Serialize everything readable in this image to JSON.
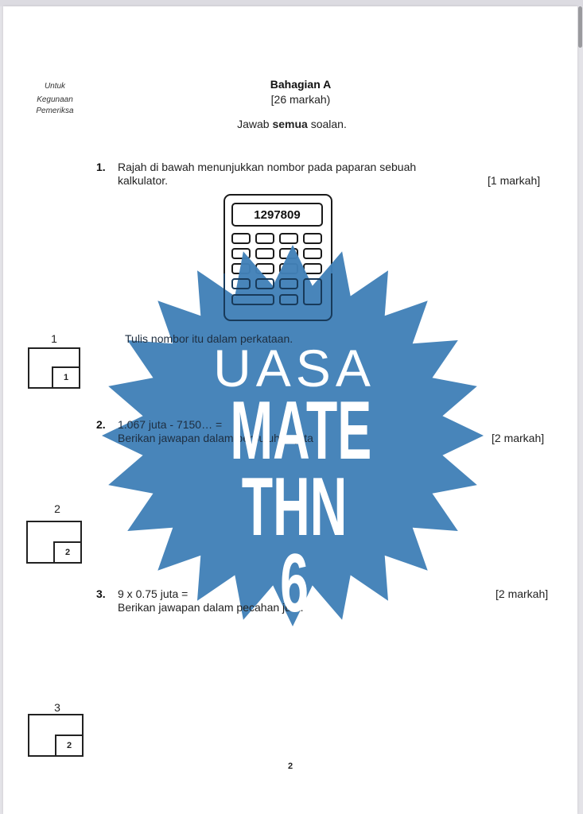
{
  "viewer": {
    "scrollbar": "vertical-scrollbar"
  },
  "header": {
    "examiner_column": [
      "Untuk",
      "Kegunaan",
      "Pemeriksa"
    ],
    "section_title": "Bahagian A",
    "section_marks": "[26 markah)",
    "instruction_prefix": "Jawab ",
    "instruction_bold": "semua",
    "instruction_suffix": " soalan."
  },
  "questions": [
    {
      "number": "1.",
      "lines": [
        "Rajah di bawah menunjukkan nombor pada paparan sebuah",
        "kalkulator."
      ],
      "marks": "[1 markah]",
      "calculator_display": "1297809",
      "sub_instruction": "Tulis nombor itu dalam perkataan.",
      "score_box": {
        "label": "1",
        "max": "1"
      }
    },
    {
      "number": "2.",
      "lines": [
        "1.067 juta  -  7150… =",
        "Berikan jawapan dalam perpuluhan juta"
      ],
      "marks": "[2 markah]",
      "score_box": {
        "label": "2",
        "max": "2"
      }
    },
    {
      "number": "3.",
      "lines": [
        "9 x  0.75 juta =",
        "Berikan jawapan dalam pecahan juta."
      ],
      "marks": "[2 markah]",
      "score_box": {
        "label": "3",
        "max": "2"
      }
    }
  ],
  "watermark": {
    "line1": "UASA",
    "line2": "MATE",
    "line3": "THN 6",
    "color": "#4281b8"
  },
  "footer": {
    "page_number": "2"
  }
}
